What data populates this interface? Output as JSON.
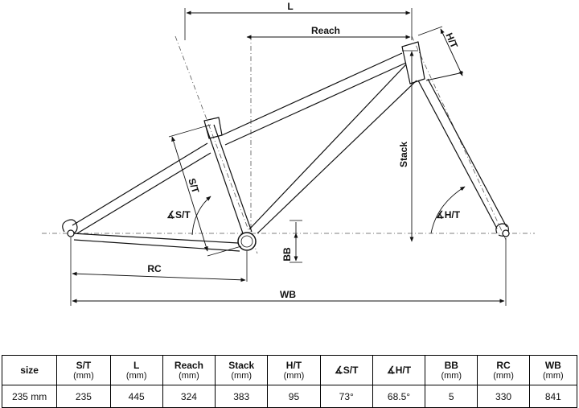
{
  "diagram": {
    "labels": {
      "l": "L",
      "reach": "Reach",
      "ht": "H/T",
      "st": "S/T",
      "stack": "Stack",
      "st_angle": "∡S/T",
      "ht_angle": "∡H/T",
      "bb": "BB",
      "rc": "RC",
      "wb": "WB"
    }
  },
  "table": {
    "headers": [
      {
        "name": "size",
        "unit": ""
      },
      {
        "name": "S/T",
        "unit": "(mm)"
      },
      {
        "name": "L",
        "unit": "(mm)"
      },
      {
        "name": "Reach",
        "unit": "(mm)"
      },
      {
        "name": "Stack",
        "unit": "(mm)"
      },
      {
        "name": "H/T",
        "unit": "(mm)"
      },
      {
        "name": "∡S/T",
        "unit": ""
      },
      {
        "name": "∡H/T",
        "unit": ""
      },
      {
        "name": "BB",
        "unit": "(mm)"
      },
      {
        "name": "RC",
        "unit": "(mm)"
      },
      {
        "name": "WB",
        "unit": "(mm)"
      }
    ],
    "rows": [
      [
        "235 mm",
        "235",
        "445",
        "324",
        "383",
        "95",
        "73°",
        "68.5°",
        "5",
        "330",
        "841"
      ]
    ]
  }
}
